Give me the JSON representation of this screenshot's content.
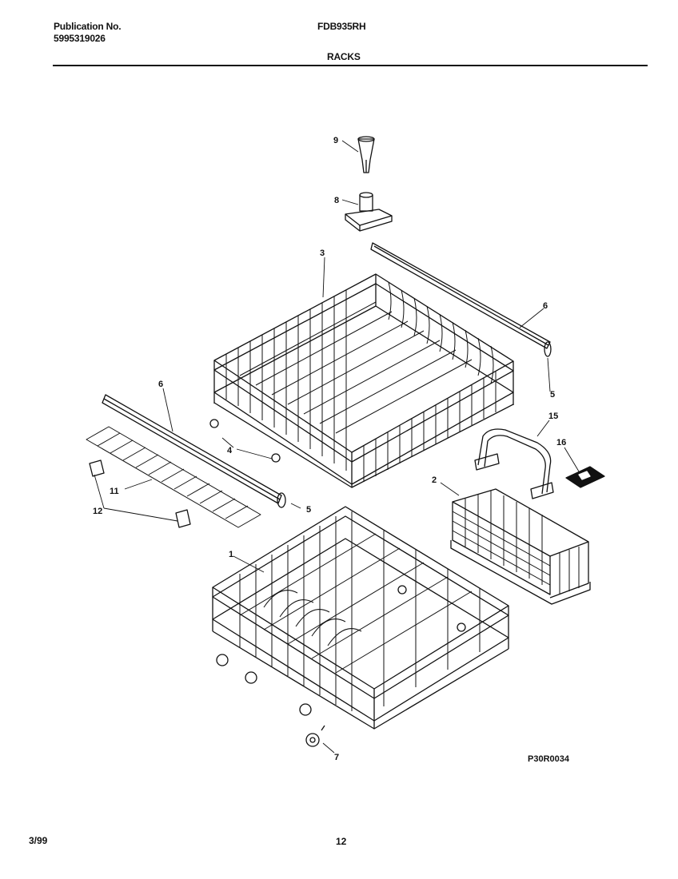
{
  "header": {
    "publication_label": "Publication No.",
    "publication_number": "5995319026",
    "model": "FDB935RH",
    "section": "RACKS"
  },
  "diagram": {
    "callouts": [
      "9",
      "8",
      "3",
      "6",
      "6",
      "5",
      "5",
      "4",
      "15",
      "16",
      "2",
      "11",
      "12",
      "1",
      "7"
    ],
    "drawing_code": "P30R0034"
  },
  "footer": {
    "date": "3/99",
    "page": "12"
  }
}
